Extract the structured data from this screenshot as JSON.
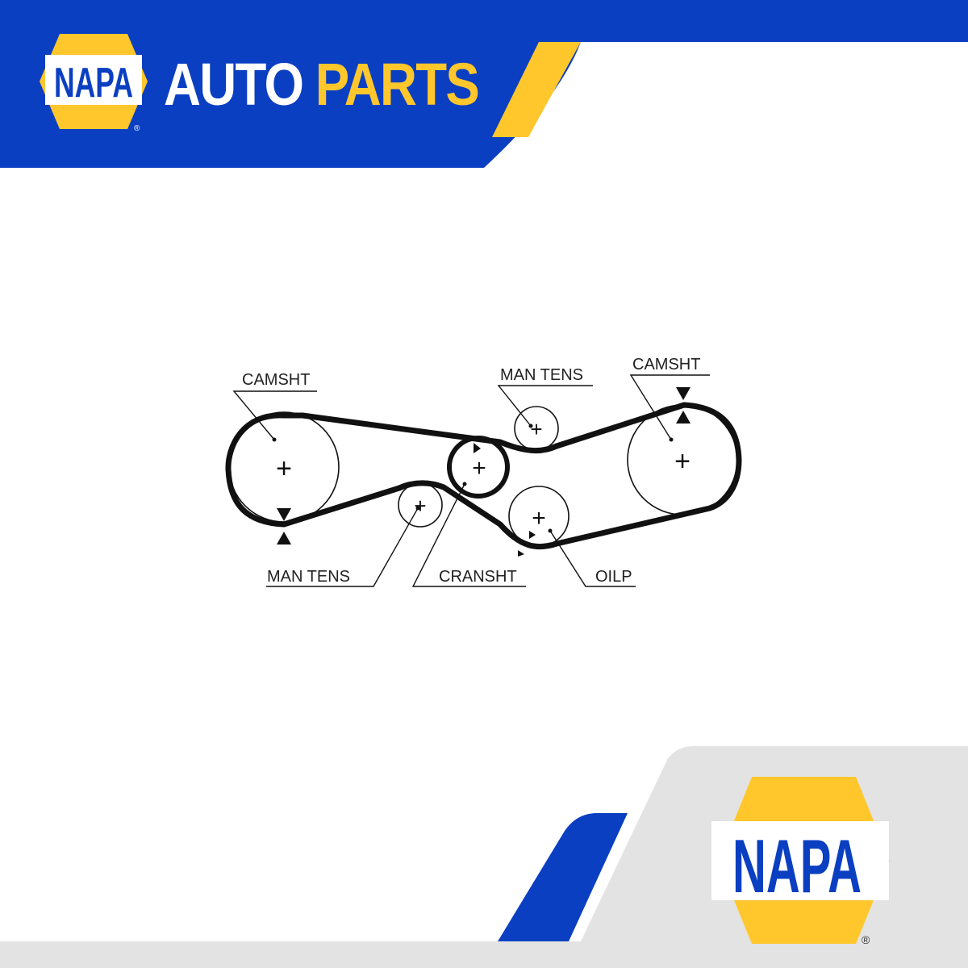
{
  "header": {
    "logo_text": "NAPA",
    "brand_word_1": "AUTO",
    "brand_word_2": "PARTS",
    "registered_mark": "®"
  },
  "diagram": {
    "labels": {
      "camshaft_left": "CAMSHT",
      "camshaft_right": "CAMSHT",
      "tensioner_top": "MAN TENS",
      "tensioner_bottom": "MAN TENS",
      "crankshaft": "CRANSHT",
      "oil_pump": "OILP"
    },
    "center_mark": "+"
  },
  "footer": {
    "logo_text": "NAPA",
    "registered_mark": "®"
  },
  "colors": {
    "brand_blue": "#0b3fc2",
    "brand_yellow": "#ffc72c",
    "footer_gray": "#e3e3e3",
    "line": "#111111"
  }
}
